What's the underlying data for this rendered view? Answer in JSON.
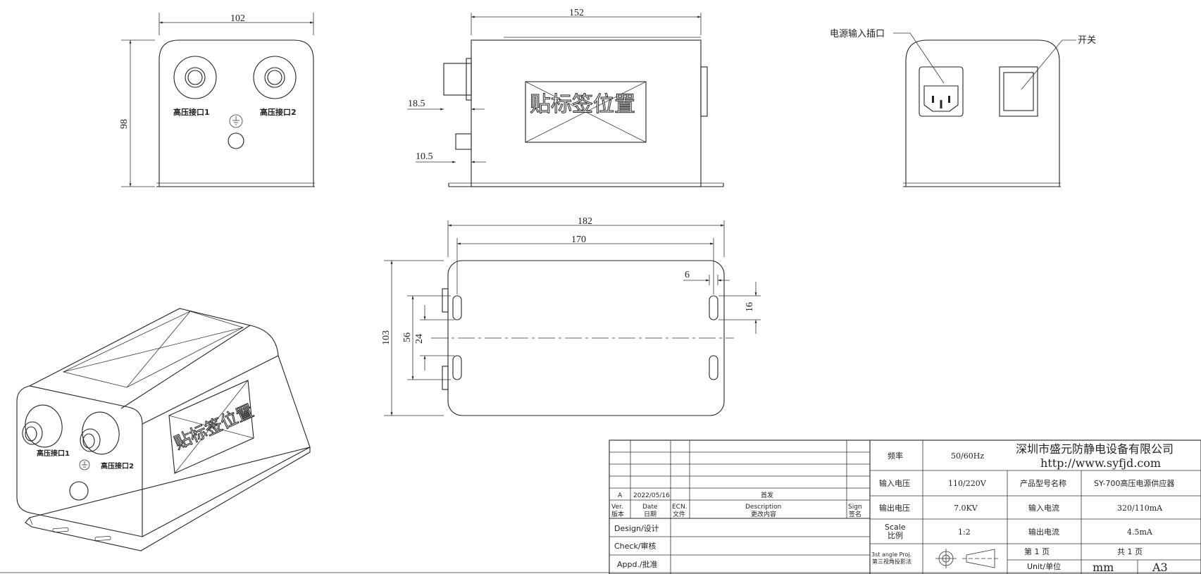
{
  "front_view": {
    "width_dim": "102",
    "height_dim": "98",
    "port1_label": "高压接口1",
    "port2_label": "高压接口2"
  },
  "side_view": {
    "length_dim": "152",
    "offset_top_dim": "18.5",
    "offset_bottom_dim": "10.5",
    "sticker_text": "贴标签位置"
  },
  "rear_view": {
    "power_inlet_label": "电源输入插口",
    "switch_label": "开关"
  },
  "top_view": {
    "outer_length_dim": "182",
    "hole_spacing_dim": "170",
    "slot_width_dim": "6",
    "slot_length_dim": "16",
    "height_dim": "103",
    "inner_spacing_dim": "56",
    "center_spacing_dim": "24"
  },
  "iso_view": {
    "sticker_text": "贴标签位置",
    "port1_label": "高压接口1",
    "port2_label": "高压接口2"
  },
  "title_block": {
    "revision": {
      "ver": "A",
      "date": "2022/05/16",
      "description": "首发"
    },
    "header": {
      "ver_en": "Ver.",
      "ver_cn": "版本",
      "date_en": "Date",
      "date_cn": "日期",
      "ecn_en": "ECN.",
      "ecn_cn": "文件",
      "desc_en": "Description",
      "desc_cn": "更改内容",
      "sign_en": "Sign",
      "sign_cn": "签名"
    },
    "design_label": "Design/设计",
    "check_label": "Check/审核",
    "approve_label": "Appd./批准",
    "specs": [
      {
        "label": "频率",
        "value": "50/60Hz"
      },
      {
        "label": "输入电压",
        "value": "110/220V"
      },
      {
        "label": "输出电压",
        "value": "7.0KV"
      }
    ],
    "scale_label_en": "Scale",
    "scale_label_cn": "比例",
    "scale_value": "1:2",
    "projection_en": "3st angle Proj.",
    "projection_cn": "第三视角投影法",
    "company": "深圳市盛元防静电设备有限公司",
    "website": "http://www.syfjd.com",
    "product_label": "产品型号名称",
    "product_value": "SY-700高压电源供应器",
    "input_current_label": "输入电流",
    "input_current_value": "320/110mA",
    "output_current_label": "输出电流",
    "output_current_value": "4.5mA",
    "page_label": "第 1 页",
    "total_label": "共 1 页",
    "unit_label": "Unit/单位",
    "unit_value": "mm",
    "sheet_size": "A3"
  }
}
